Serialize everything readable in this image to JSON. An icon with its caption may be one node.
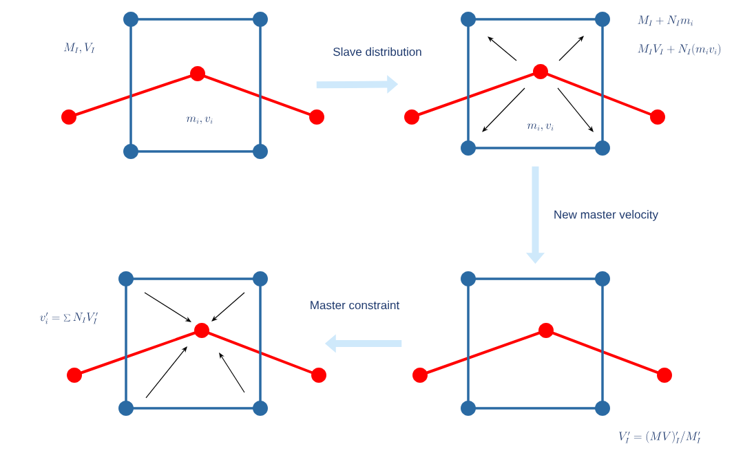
{
  "diagram": {
    "nodes": [
      {
        "text": [
          "M_I, V_I",
          "m_i, v_i"
        ]
      },
      {
        "text": [
          "m_i, v_i"
        ],
        "beside": [
          "M_I + N_I m_i",
          "M_I V_I + N_I (m_i v_i)"
        ]
      },
      {
        "text": [
          "v_i' = \\sum N_I V_I'"
        ]
      },
      {
        "text": [],
        "shape": "box",
        "beside": [
          "V_I' = (MV)_I'/M_I'"
        ]
      }
    ],
    "edges": [
      {
        "from": 0,
        "to": 1,
        "arrow": "to",
        "label": "Slave distribution"
      },
      {
        "from": 1,
        "to": 3,
        "arrow": "to",
        "label": "New master velocity"
      },
      {
        "from": 3,
        "to": 2,
        "arrow": "to",
        "label": "Master constraint"
      }
    ]
  }
}
